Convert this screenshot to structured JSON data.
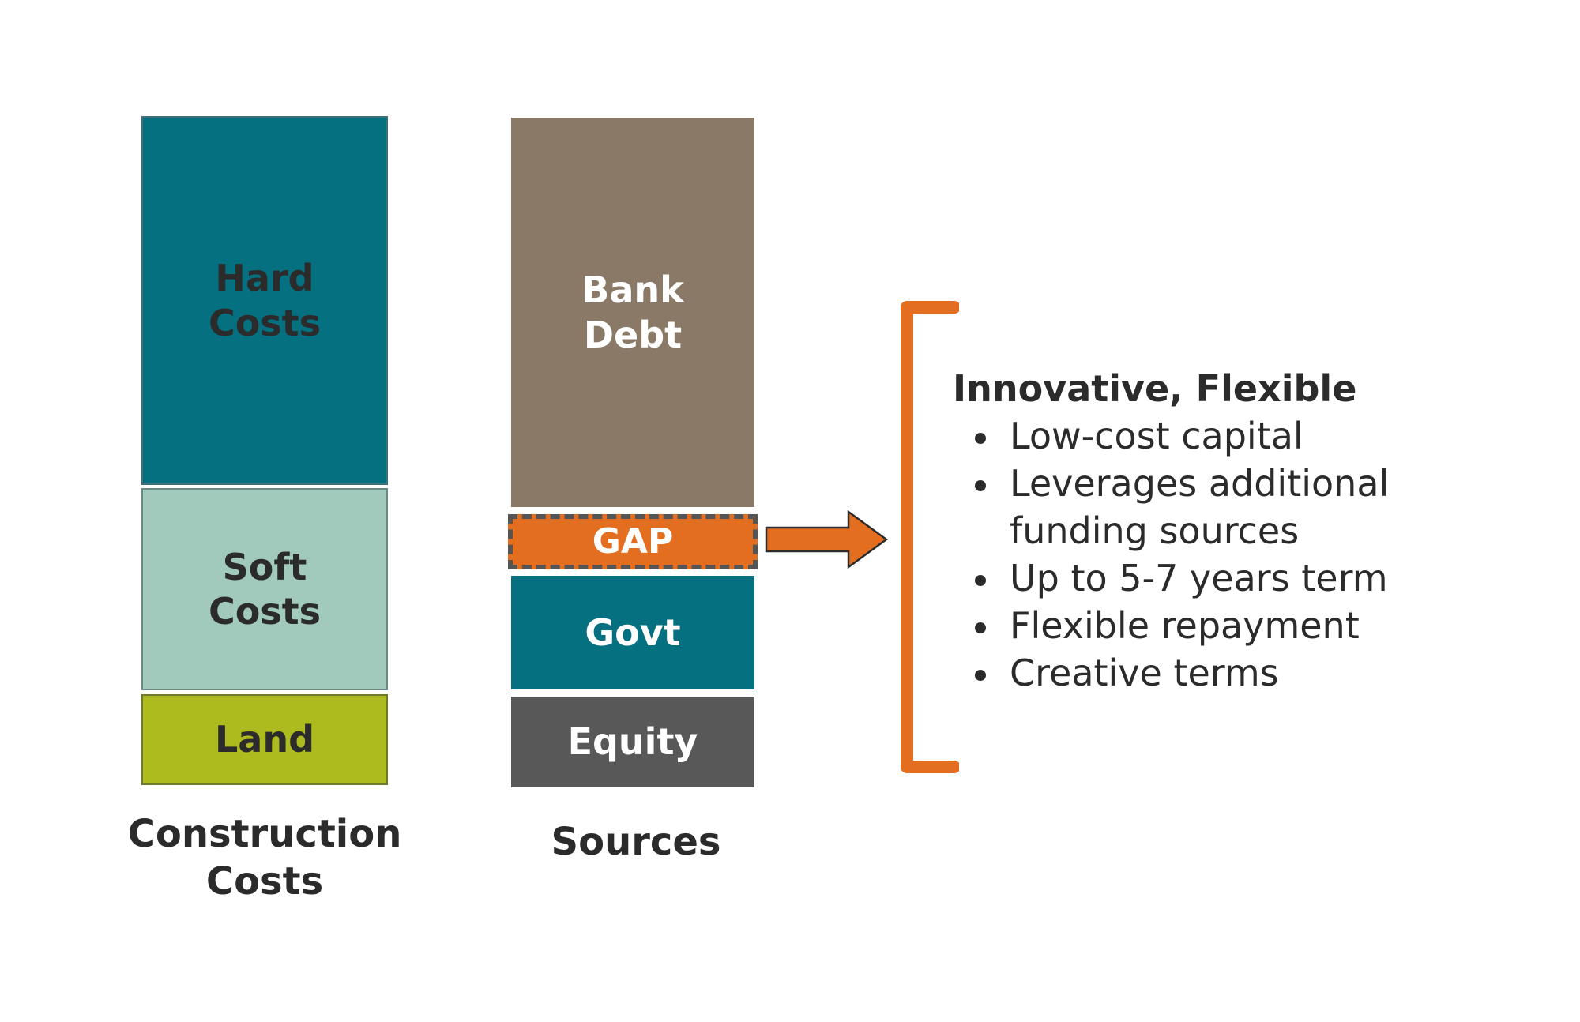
{
  "colors": {
    "hard_costs": "#047080",
    "soft_costs": "#a1c9bc",
    "land": "#adbb1f",
    "bank_debt": "#8a7966",
    "gap": "#e36e1f",
    "govt": "#047080",
    "equity": "#585858",
    "text_dark": "#2b2b2b",
    "accent": "#e36e1f"
  },
  "construction_costs": {
    "label": "Construction Costs",
    "label_lines": [
      "Construction",
      "Costs"
    ],
    "blocks": [
      {
        "lines": [
          "Hard",
          "Costs"
        ]
      },
      {
        "lines": [
          "Soft",
          "Costs"
        ]
      },
      {
        "lines": [
          "Land"
        ]
      }
    ]
  },
  "sources": {
    "label": "Sources",
    "blocks": [
      {
        "lines": [
          "Bank",
          "Debt"
        ]
      },
      {
        "lines": [
          "GAP"
        ]
      },
      {
        "lines": [
          "Govt"
        ]
      },
      {
        "lines": [
          "Equity"
        ]
      }
    ]
  },
  "benefits": {
    "title": "Innovative, Flexible",
    "items": [
      {
        "lines": [
          "Low-cost capital"
        ]
      },
      {
        "lines": [
          "Leverages additional",
          "funding sources"
        ]
      },
      {
        "lines": [
          "Up to 5-7 years term"
        ]
      },
      {
        "lines": [
          "Flexible repayment"
        ]
      },
      {
        "lines": [
          "Creative terms"
        ]
      }
    ]
  },
  "icons": {
    "arrow": "right-arrow-icon",
    "bracket": "left-bracket-icon"
  }
}
